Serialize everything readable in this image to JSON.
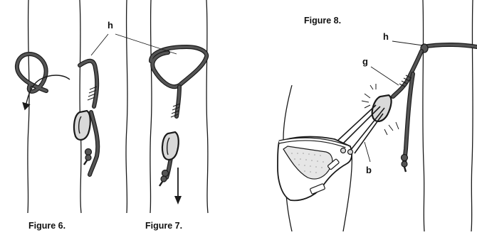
{
  "figures": [
    {
      "caption": "Figure 6."
    },
    {
      "caption": "Figure 7."
    },
    {
      "caption": "Figure 8."
    }
  ],
  "callouts": {
    "h_left": "h",
    "h_right": "h",
    "g": "g",
    "b": "b"
  },
  "colors": {
    "ink": "#1a1a1a",
    "rope": "#4a4a4a",
    "rope_light": "#777777",
    "metal": "#d9d9d9",
    "mesh": "#e6e6e6"
  }
}
